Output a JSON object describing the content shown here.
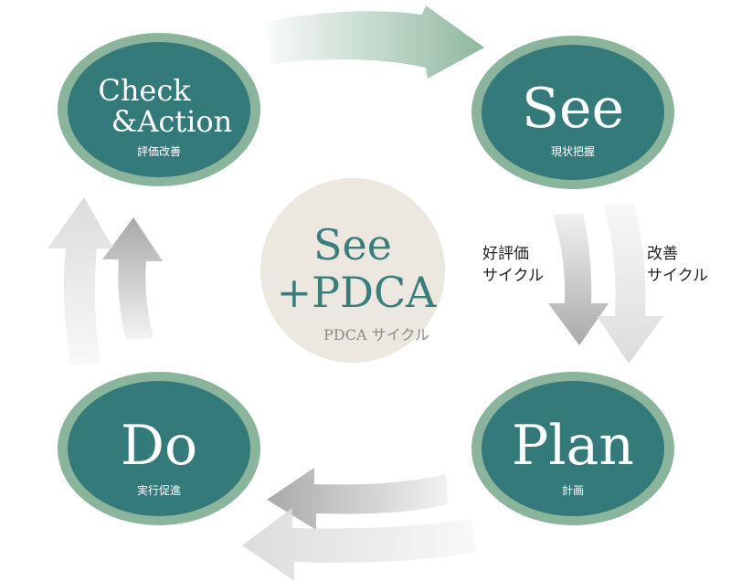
{
  "colors": {
    "node_fill": "#357a7b",
    "node_ring": "#8ab59c",
    "node_text": "#ffffff",
    "center_fill": "#ece7df",
    "center_title": "#3b7c7c",
    "center_subtitle": "#8a8a8a",
    "arrow_green": "#8fb89f",
    "arrow_gray_dark": "#a9a9a9",
    "arrow_gray_light": "#e2e2e2",
    "label_text": "#222222"
  },
  "nodes": {
    "check": {
      "title_line1": "Check",
      "title_line2": "&Action",
      "subtitle": "評価改善"
    },
    "see": {
      "title": "See",
      "subtitle": "現状把握"
    },
    "plan": {
      "title": "Plan",
      "subtitle": "計画"
    },
    "do": {
      "title": "Do",
      "subtitle": "実行促進"
    }
  },
  "center": {
    "line1": "See",
    "line2": "+PDCA",
    "subtitle": "PDCA サイクル"
  },
  "labels": {
    "good_eval": {
      "line1": "好評価",
      "line2": "サイクル"
    },
    "improve": {
      "line1": "改善",
      "line2": "サイクル"
    }
  }
}
